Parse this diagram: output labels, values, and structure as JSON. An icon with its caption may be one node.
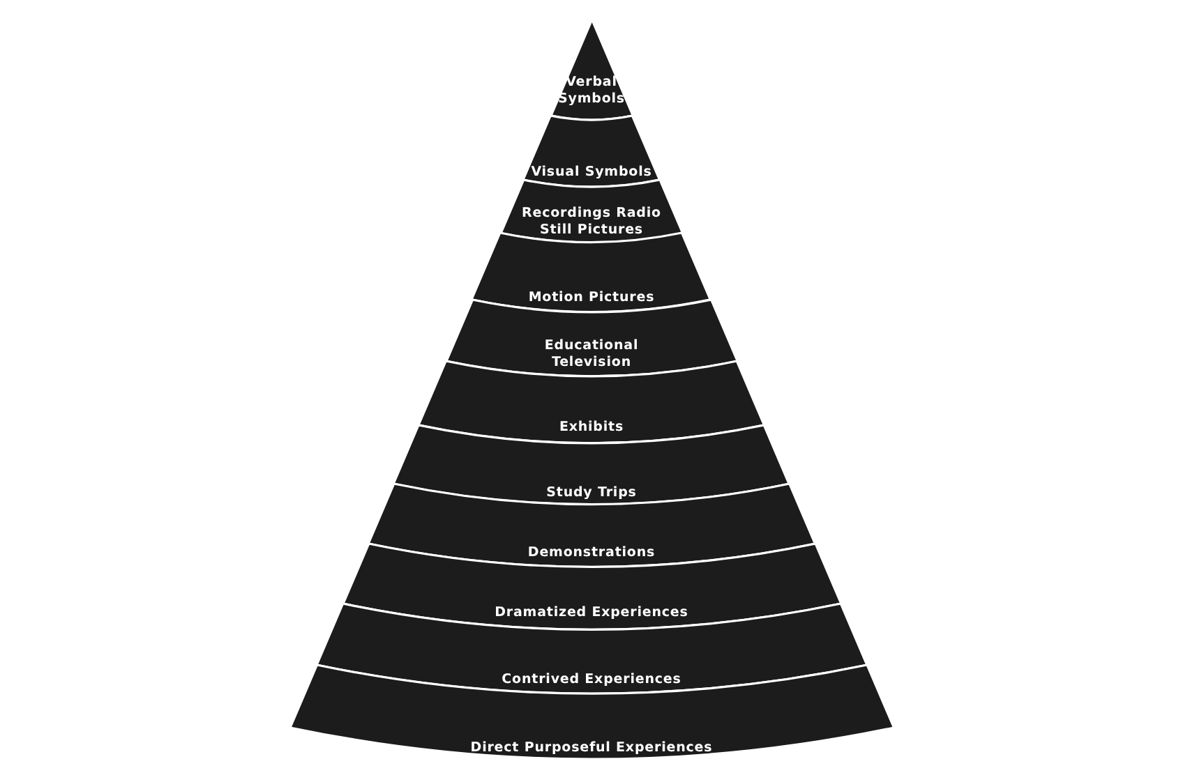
{
  "diagram": {
    "nodes": [
      {
        "text": [
          "Verbal Symbols"
        ]
      },
      {
        "text": [
          "Visual Symbols"
        ]
      },
      {
        "text": [
          "Recordings Radio Still Pictures"
        ]
      },
      {
        "text": [
          "Motion Pictures"
        ]
      },
      {
        "text": [
          "Educational Television"
        ]
      },
      {
        "text": [
          "Exhibits"
        ]
      },
      {
        "text": [
          "Study Trips"
        ]
      },
      {
        "text": [
          "Demonstrations"
        ]
      },
      {
        "text": [
          "Dramatized Experiences"
        ]
      },
      {
        "text": [
          "Contrived Experiences"
        ]
      },
      {
        "text": [
          "Direct Purposeful Experiences"
        ]
      }
    ]
  }
}
